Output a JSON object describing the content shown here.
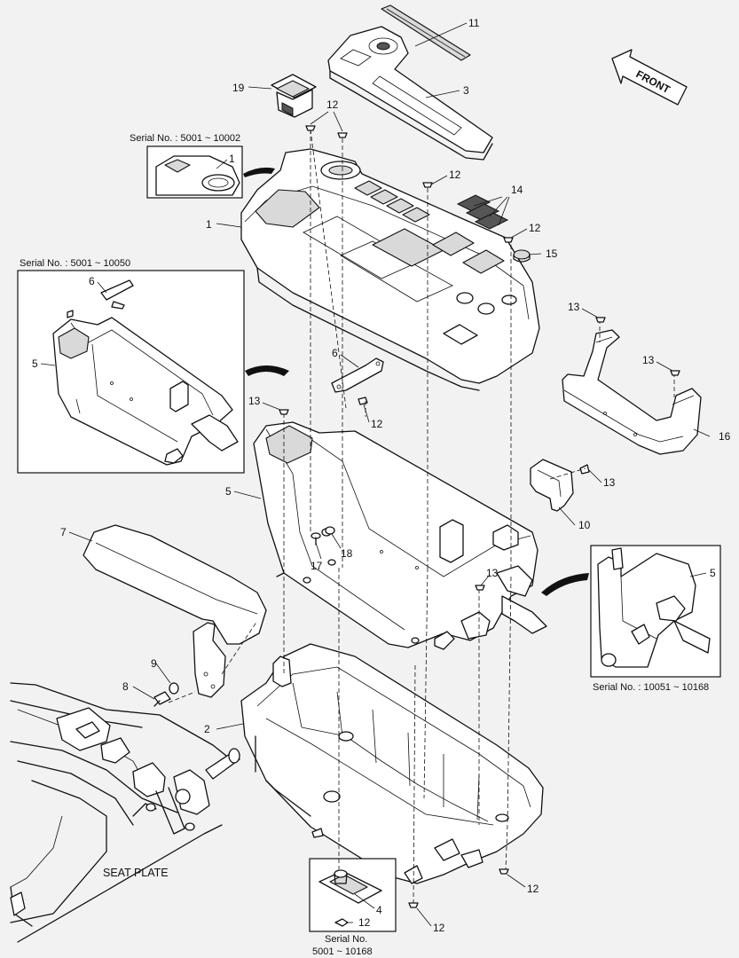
{
  "callouts": [
    {
      "text": "11"
    },
    {
      "text": "3"
    },
    {
      "text": "19"
    },
    {
      "text": "12"
    },
    {
      "text": "1"
    },
    {
      "text": "1"
    },
    {
      "text": "12"
    },
    {
      "text": "14"
    },
    {
      "text": "12"
    },
    {
      "text": "15"
    },
    {
      "text": "6"
    },
    {
      "text": "5"
    },
    {
      "text": "13"
    },
    {
      "text": "13"
    },
    {
      "text": "16"
    },
    {
      "text": "6"
    },
    {
      "text": "12"
    },
    {
      "text": "13"
    },
    {
      "text": "5"
    },
    {
      "text": "13"
    },
    {
      "text": "10"
    },
    {
      "text": "7"
    },
    {
      "text": "17"
    },
    {
      "text": "18"
    },
    {
      "text": "13"
    },
    {
      "text": "5"
    },
    {
      "text": "9"
    },
    {
      "text": "8"
    },
    {
      "text": "2"
    },
    {
      "text": "12"
    },
    {
      "text": "4"
    },
    {
      "text": "12"
    },
    {
      "text": "12"
    }
  ],
  "serials": {
    "top_inset": "Serial No.  : 5001 ~ 10002",
    "left_inset": "Serial No.  : 5001 ~ 10050",
    "right_inset": "Serial No. : 10051 ~ 10168",
    "bottom_inset_line1": "Serial No.",
    "bottom_inset_line2": "5001 ~ 10168"
  },
  "front_label": "FRONT",
  "seat_plate_label": "SEAT PLATE"
}
